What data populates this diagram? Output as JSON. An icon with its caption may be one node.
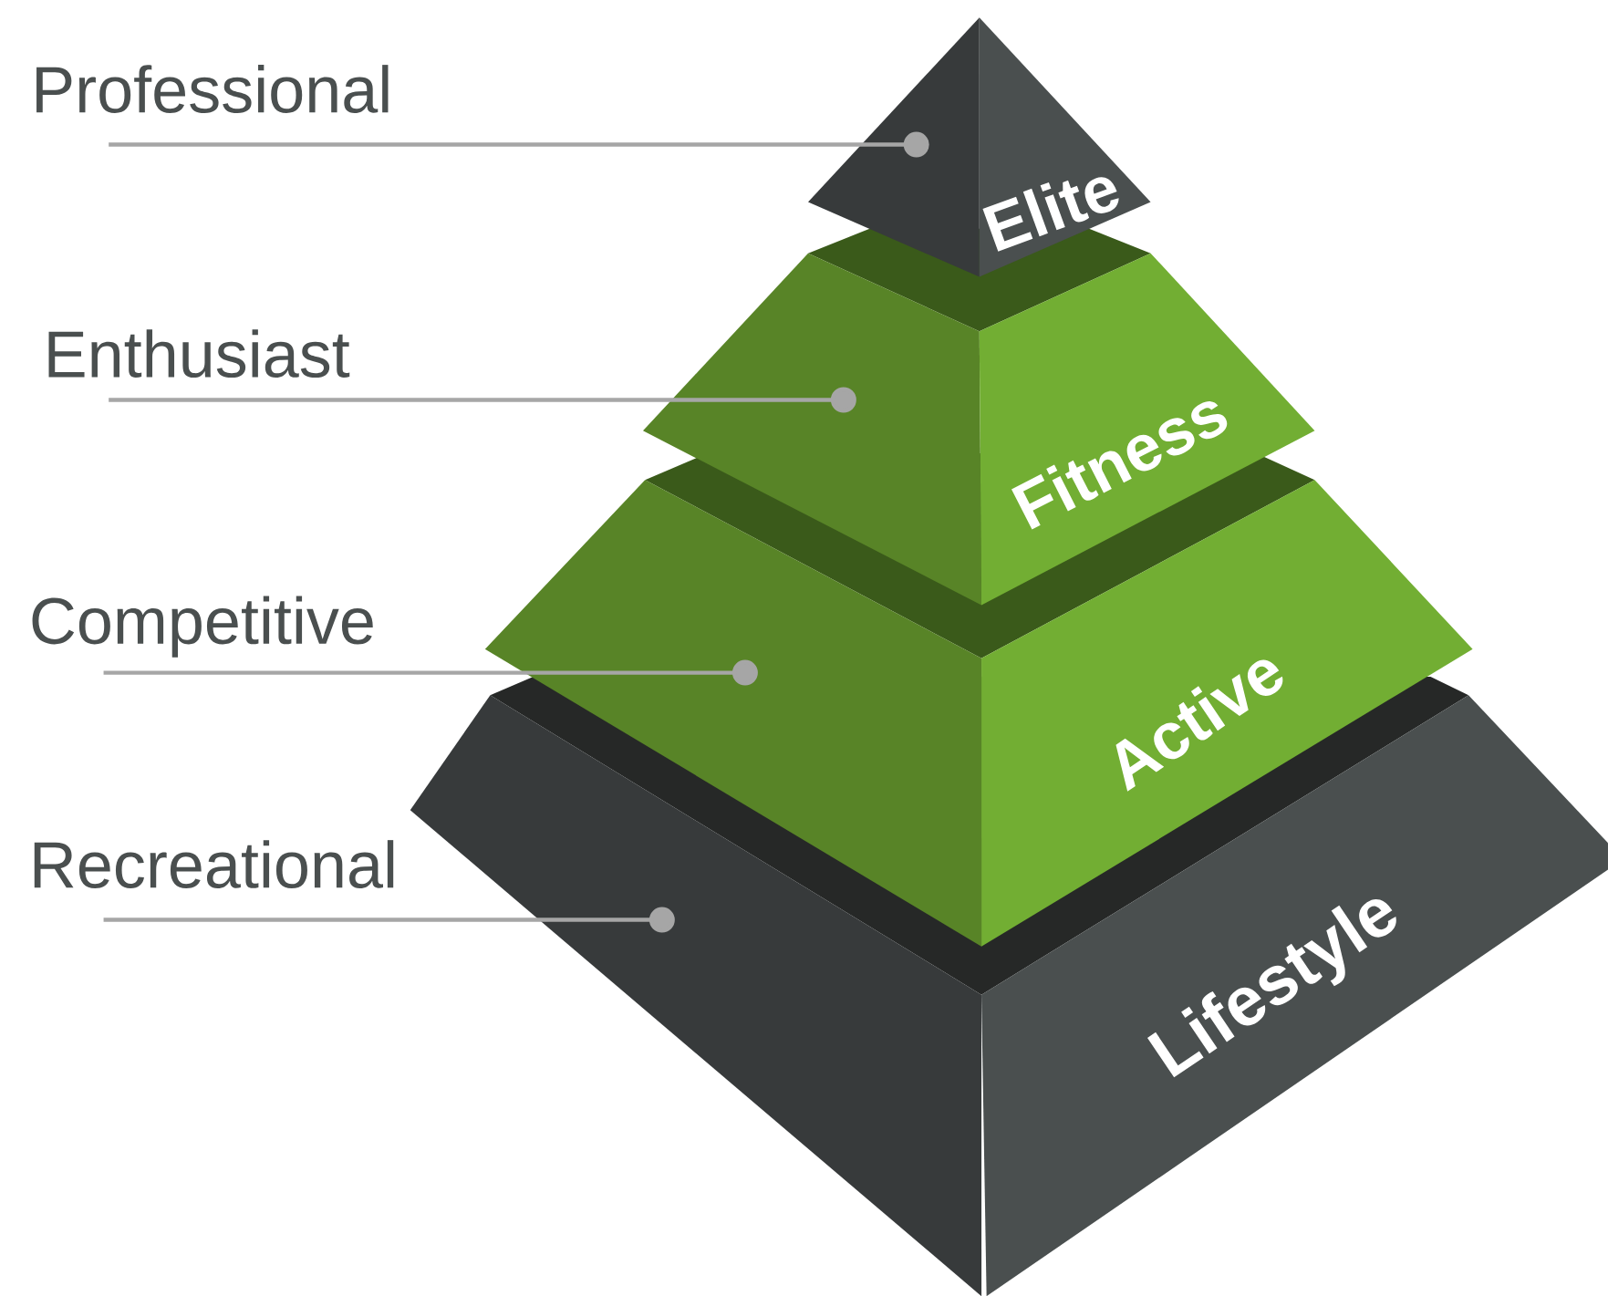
{
  "diagram": {
    "nodes": [
      {
        "text": [
          "Professional"
        ]
      },
      {
        "text": [
          "Elite"
        ]
      },
      {
        "text": [
          "Enthusiast"
        ]
      },
      {
        "text": [
          "Fitness"
        ]
      },
      {
        "text": [
          "Competitive"
        ]
      },
      {
        "text": [
          "Active"
        ]
      },
      {
        "text": [
          "Recreational"
        ]
      },
      {
        "text": [
          "Lifestyle"
        ]
      }
    ],
    "edges": [
      {
        "from": 0,
        "to": 1,
        "arrow": "other"
      },
      {
        "from": 2,
        "to": 3,
        "arrow": "other"
      },
      {
        "from": 4,
        "to": 5,
        "arrow": "other"
      },
      {
        "from": 6,
        "to": 7,
        "arrow": "other"
      }
    ]
  }
}
